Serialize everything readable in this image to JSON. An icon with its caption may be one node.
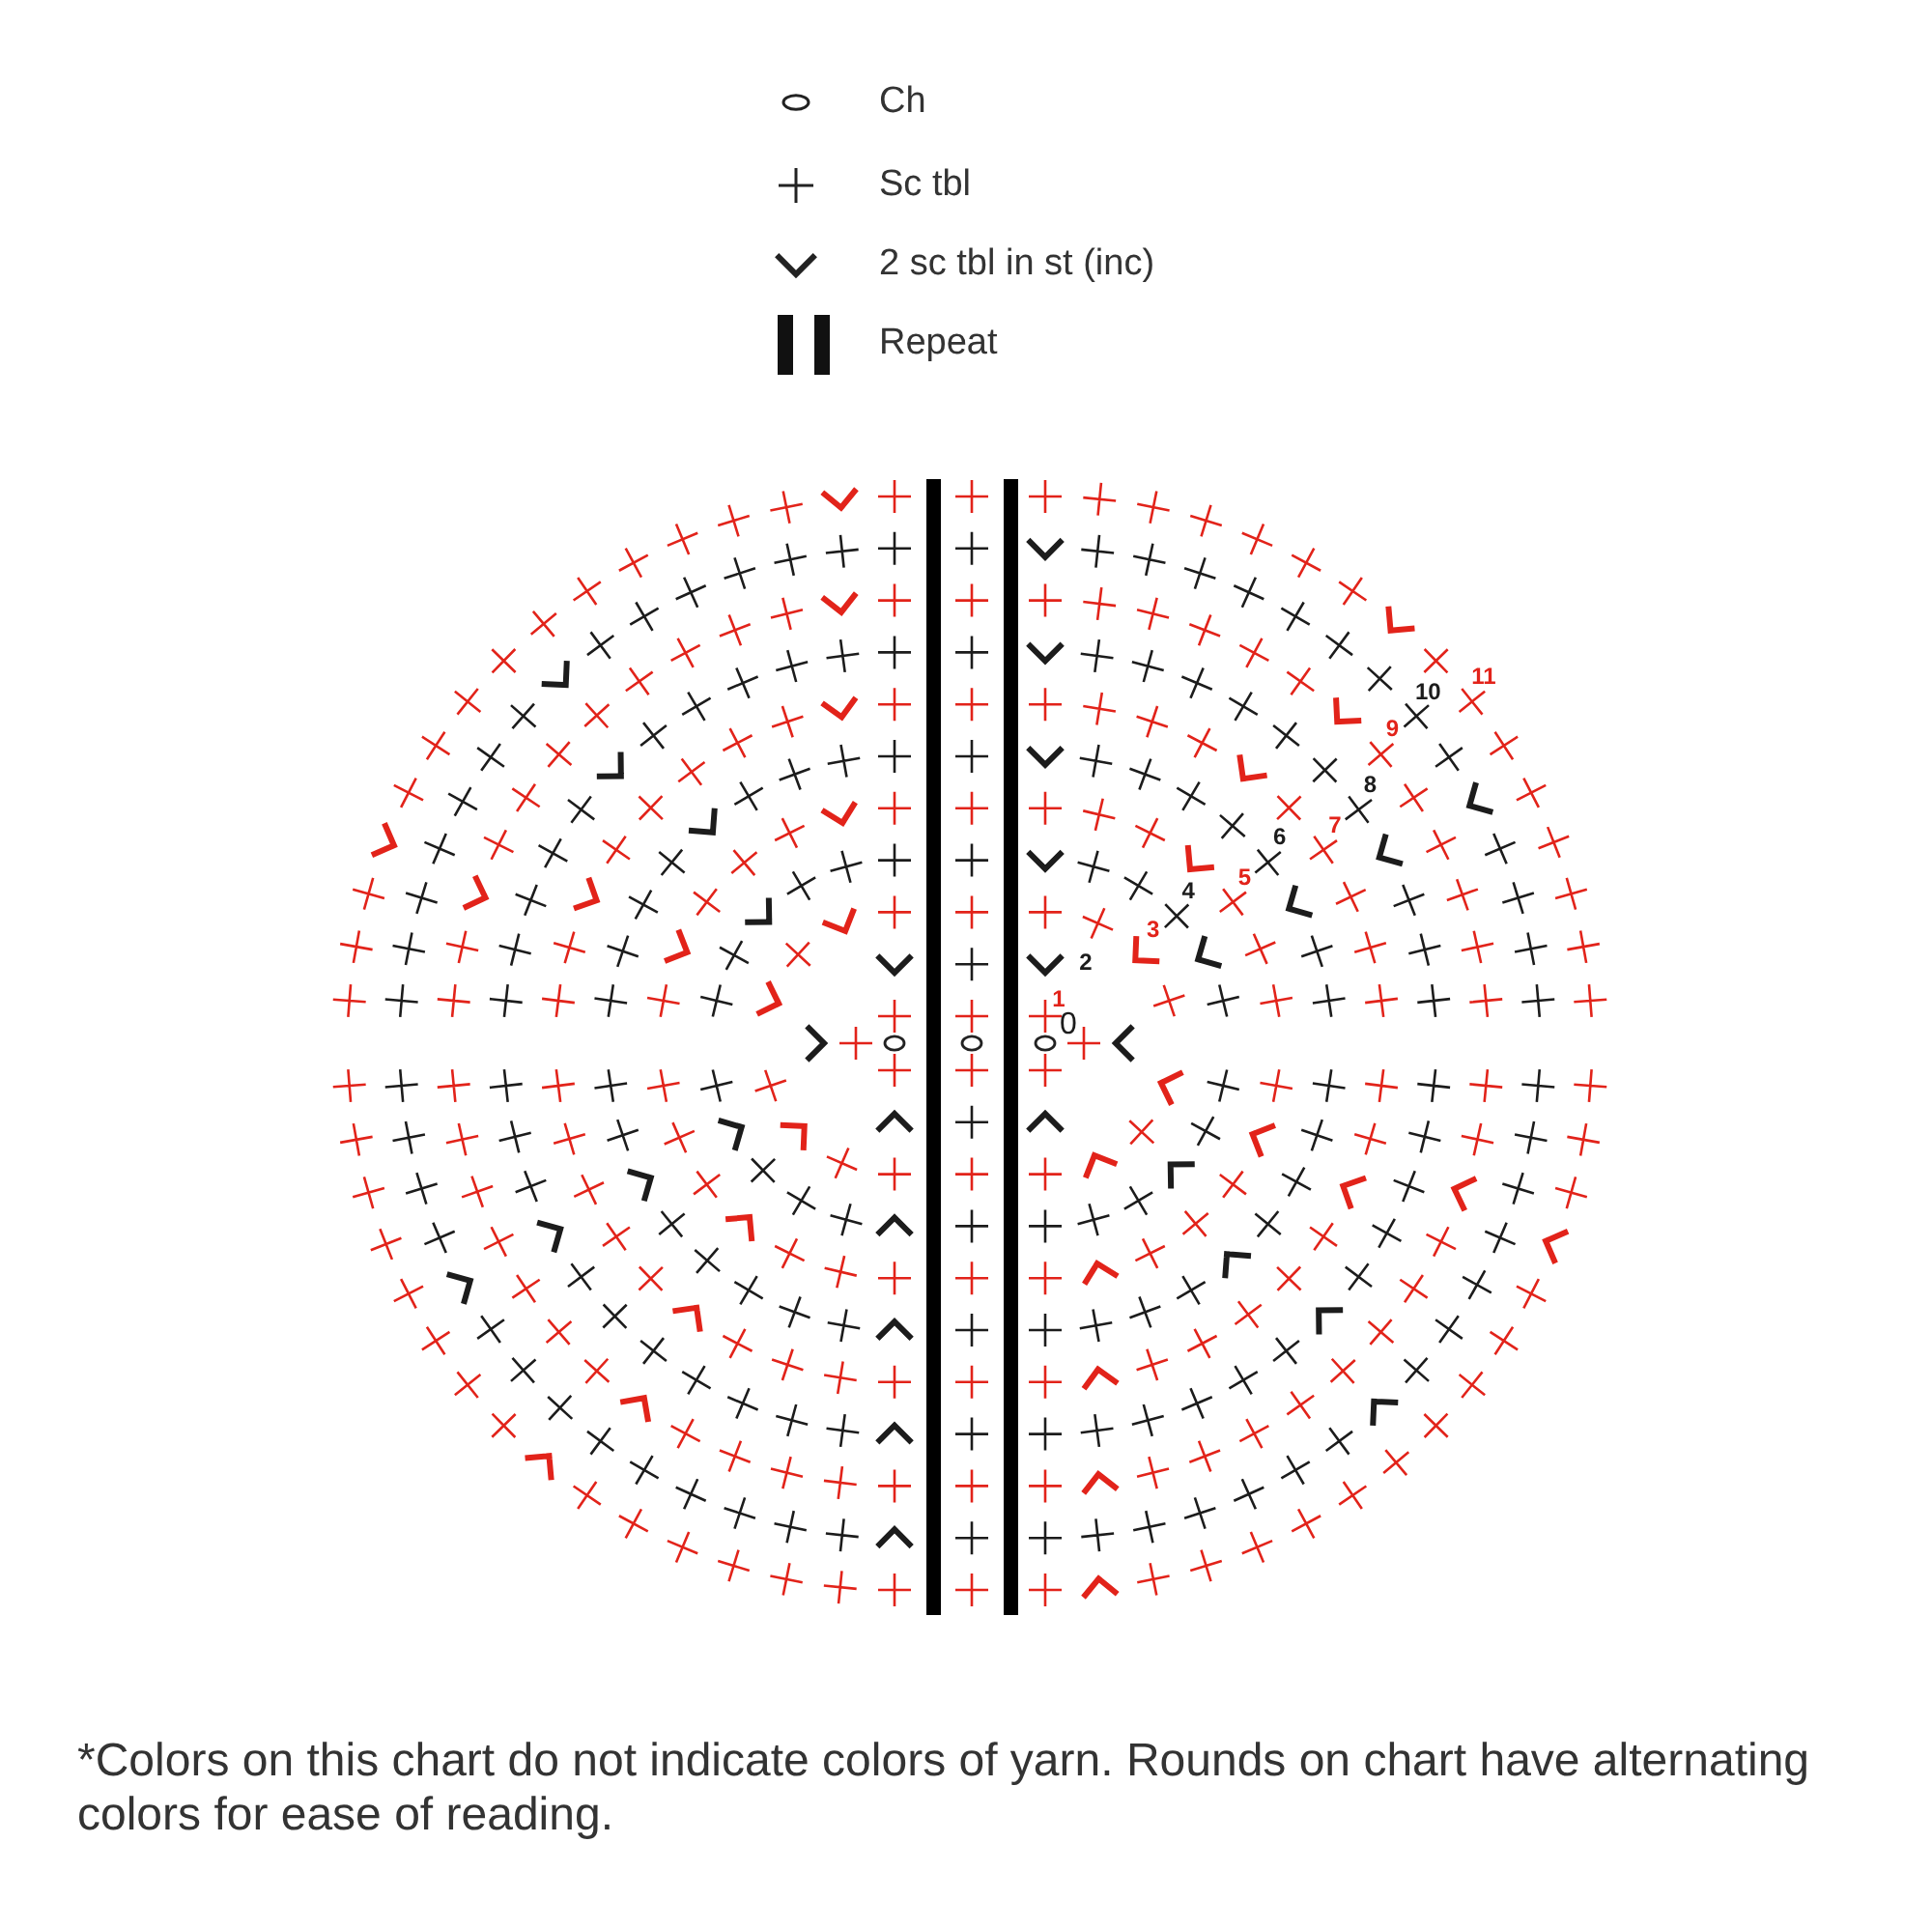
{
  "diagram": {
    "caption": "*Colors on this chart do not indicate colors of yarn. Rounds on chart have alternating colors for ease of reading.",
    "labels": [
      "11",
      "10",
      "9",
      "8",
      "7",
      "6",
      "5",
      "4",
      "3",
      "2",
      "1",
      "0"
    ],
    "legend": [
      {
        "text": "Ch"
      },
      {
        "text": "Sc tbl"
      },
      {
        "text": "2 sc tbl in st (inc)"
      },
      {
        "text": "Repeat"
      }
    ]
  }
}
